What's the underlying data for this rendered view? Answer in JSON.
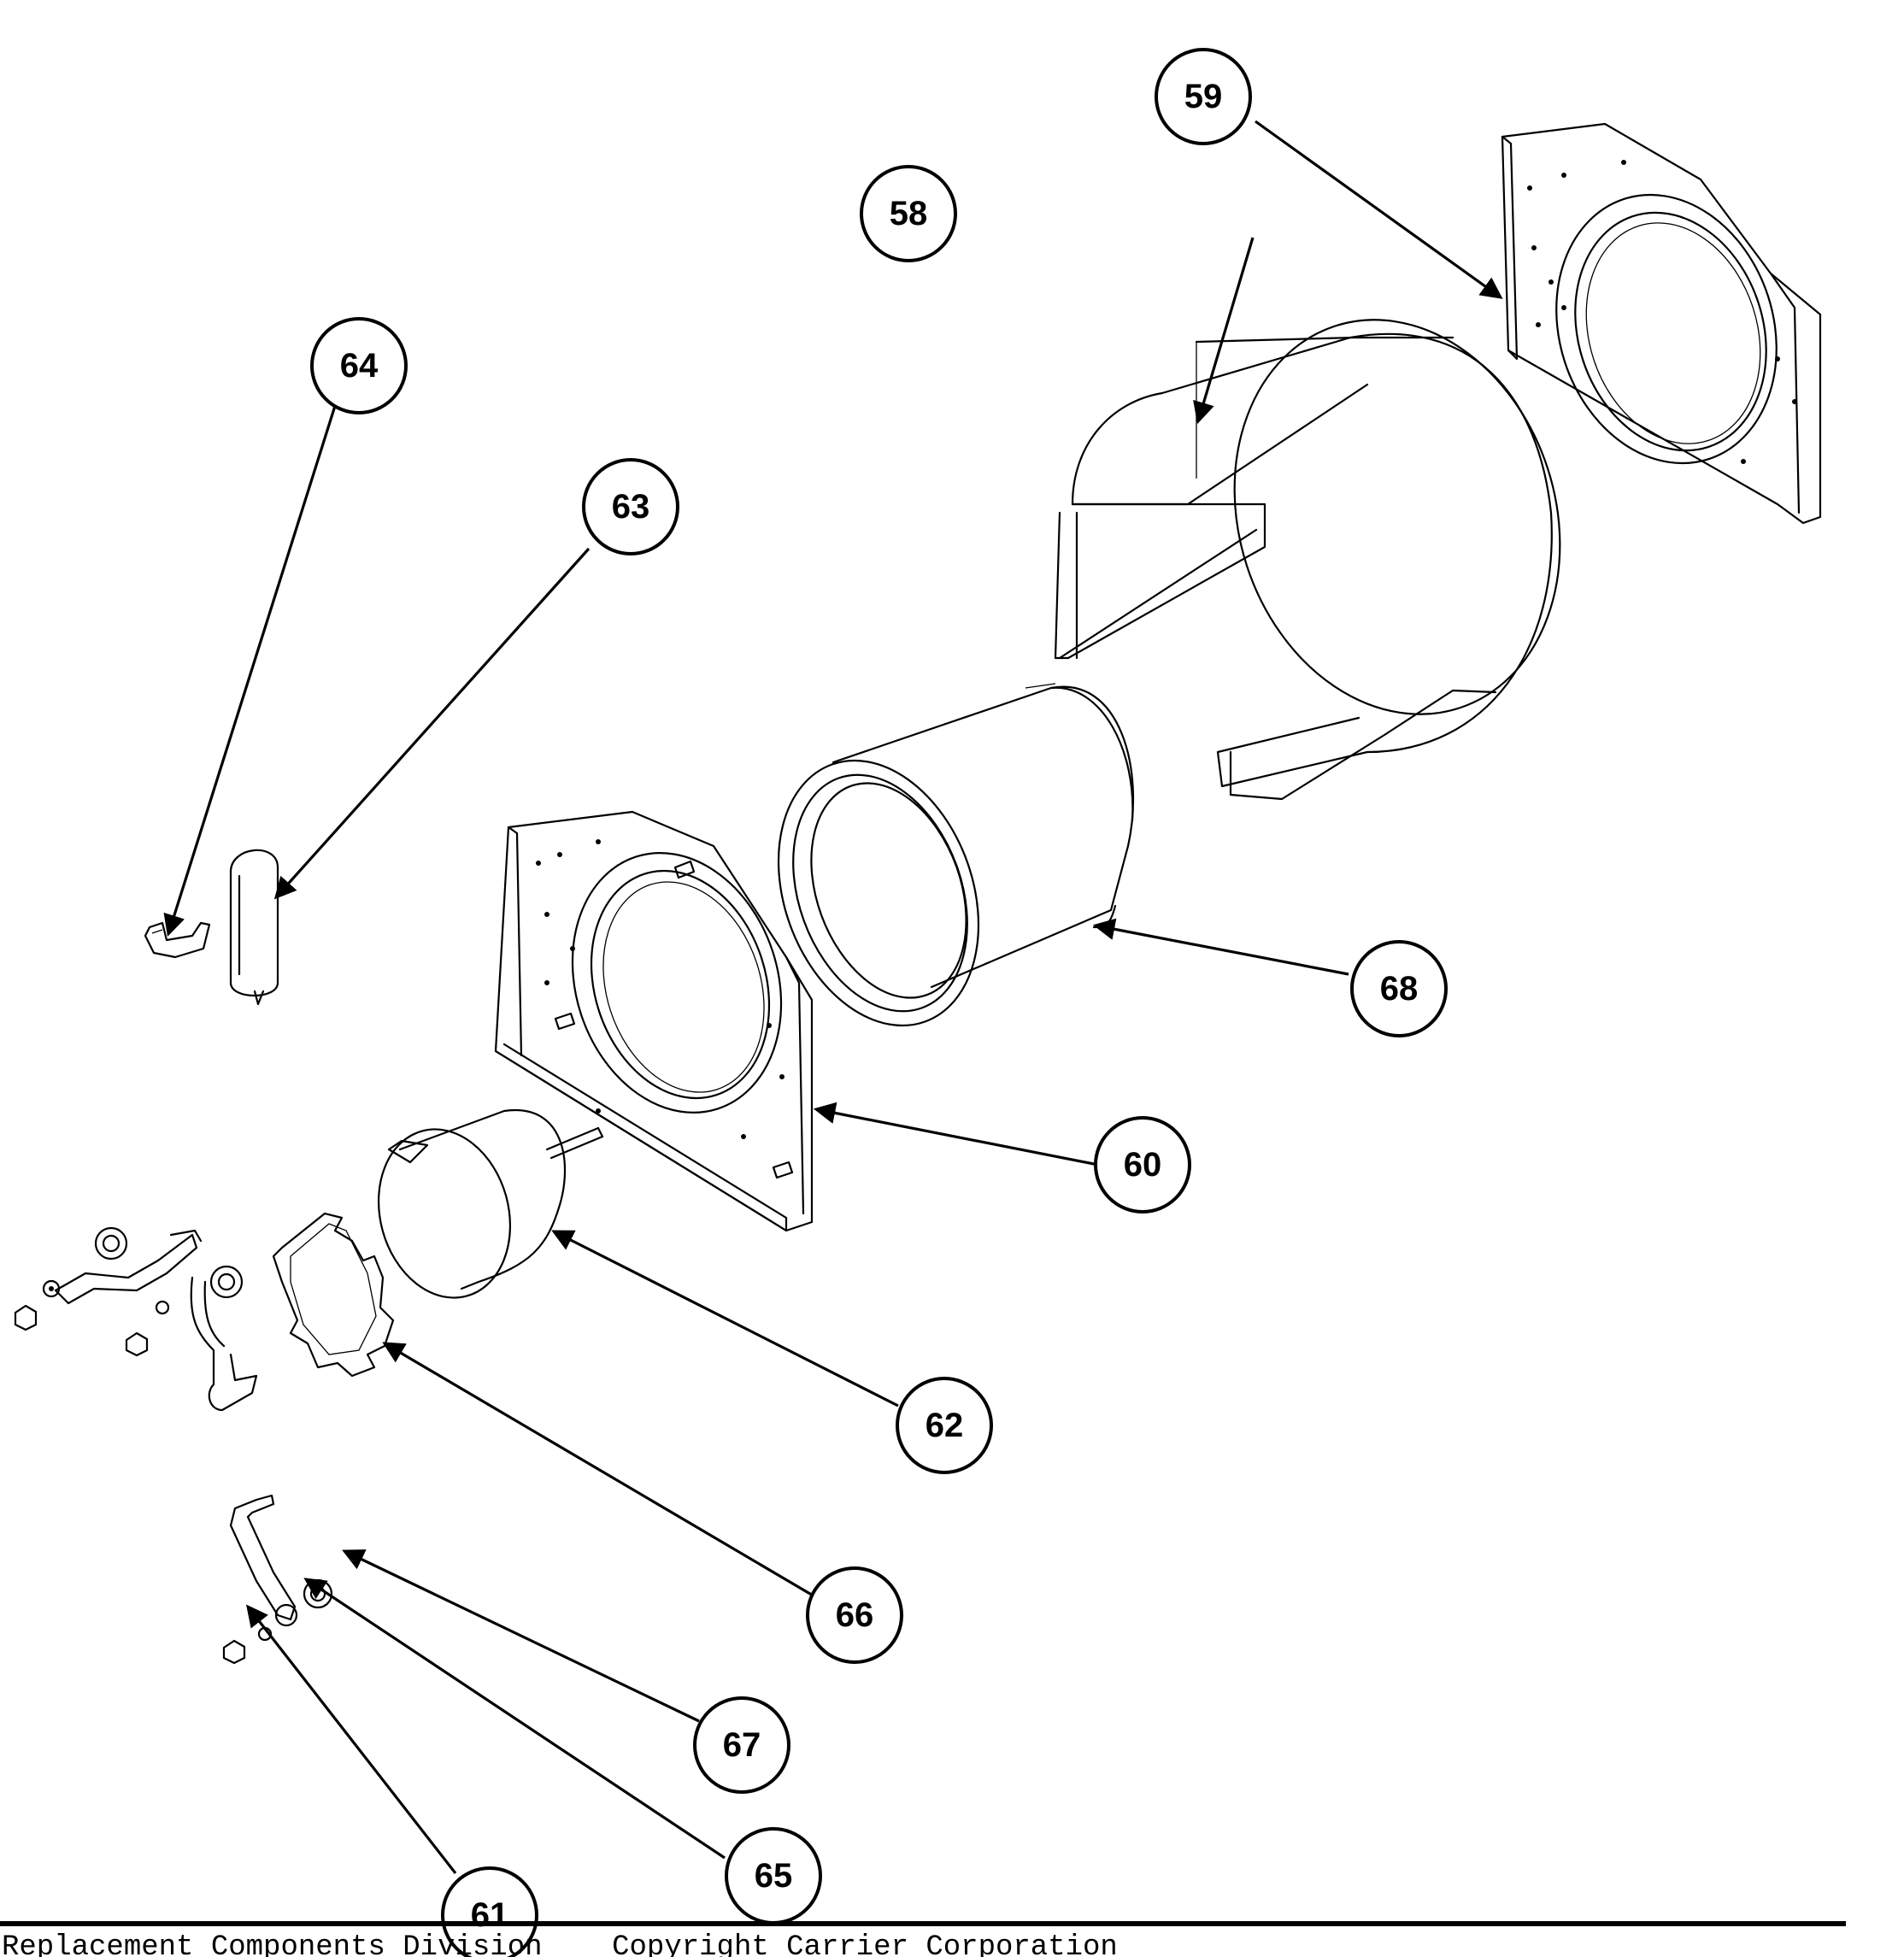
{
  "callouts": [
    {
      "id": "58",
      "label": "58"
    },
    {
      "id": "59",
      "label": "59"
    },
    {
      "id": "60",
      "label": "60"
    },
    {
      "id": "61",
      "label": "61"
    },
    {
      "id": "62",
      "label": "62"
    },
    {
      "id": "63",
      "label": "63"
    },
    {
      "id": "64",
      "label": "64"
    },
    {
      "id": "65",
      "label": "65"
    },
    {
      "id": "66",
      "label": "66"
    },
    {
      "id": "67",
      "label": "67"
    },
    {
      "id": "68",
      "label": "68"
    }
  ],
  "footer": {
    "text": "Replacement Components Division    Copyright Carrier Corporation"
  }
}
